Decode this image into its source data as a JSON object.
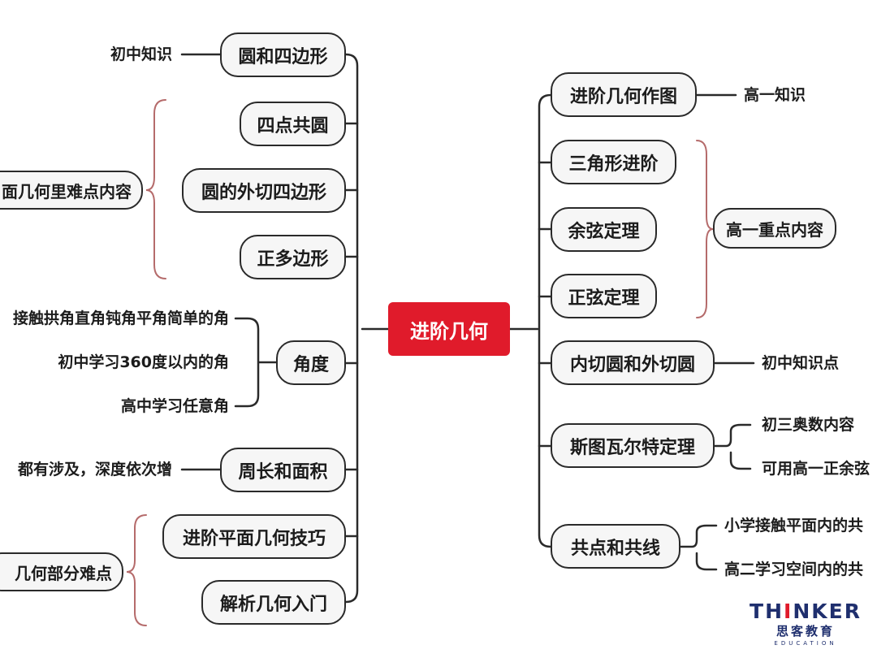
{
  "center": "进阶几何",
  "left": {
    "nodes": [
      "圆和四边形",
      "四点共圆",
      "圆的外切四边形",
      "正多边形",
      "角度",
      "周长和面积",
      "进阶平面几何技巧",
      "解析几何入门"
    ],
    "notes": {
      "circle_quad": "初中知识",
      "group_difficult": "面几何里难点内容",
      "angle_1": "接触拱角直角钝角平角简单的角",
      "angle_2": "初中学习360度以内的角",
      "angle_3": "高中学习任意角",
      "perimeter": "都有涉及，深度依次增",
      "group_parts": "几何部分难点"
    }
  },
  "right": {
    "nodes": [
      "进阶几何作图",
      "三角形进阶",
      "余弦定理",
      "正弦定理",
      "内切圆和外切圆",
      "斯图瓦尔特定理",
      "共点和共线"
    ],
    "notes": {
      "construction": "高一知识",
      "group_key": "高一重点内容",
      "incircle": "初中知识点",
      "stewart_1": "初三奥数内容",
      "stewart_2": "可用高一正余弦",
      "concur_1": "小学接触平面内的共",
      "concur_2": "高二学习空间内的共"
    }
  },
  "logo": {
    "prefix": "TH",
    "accent": "I",
    "suffix": "NKER",
    "cn": "思客教育",
    "en": "EDUCATION"
  },
  "colors": {
    "center_bg": "#e01b2b",
    "node_border": "#2a2a2a",
    "brace": "#b56b6b",
    "logo": "#1f2f6e"
  }
}
